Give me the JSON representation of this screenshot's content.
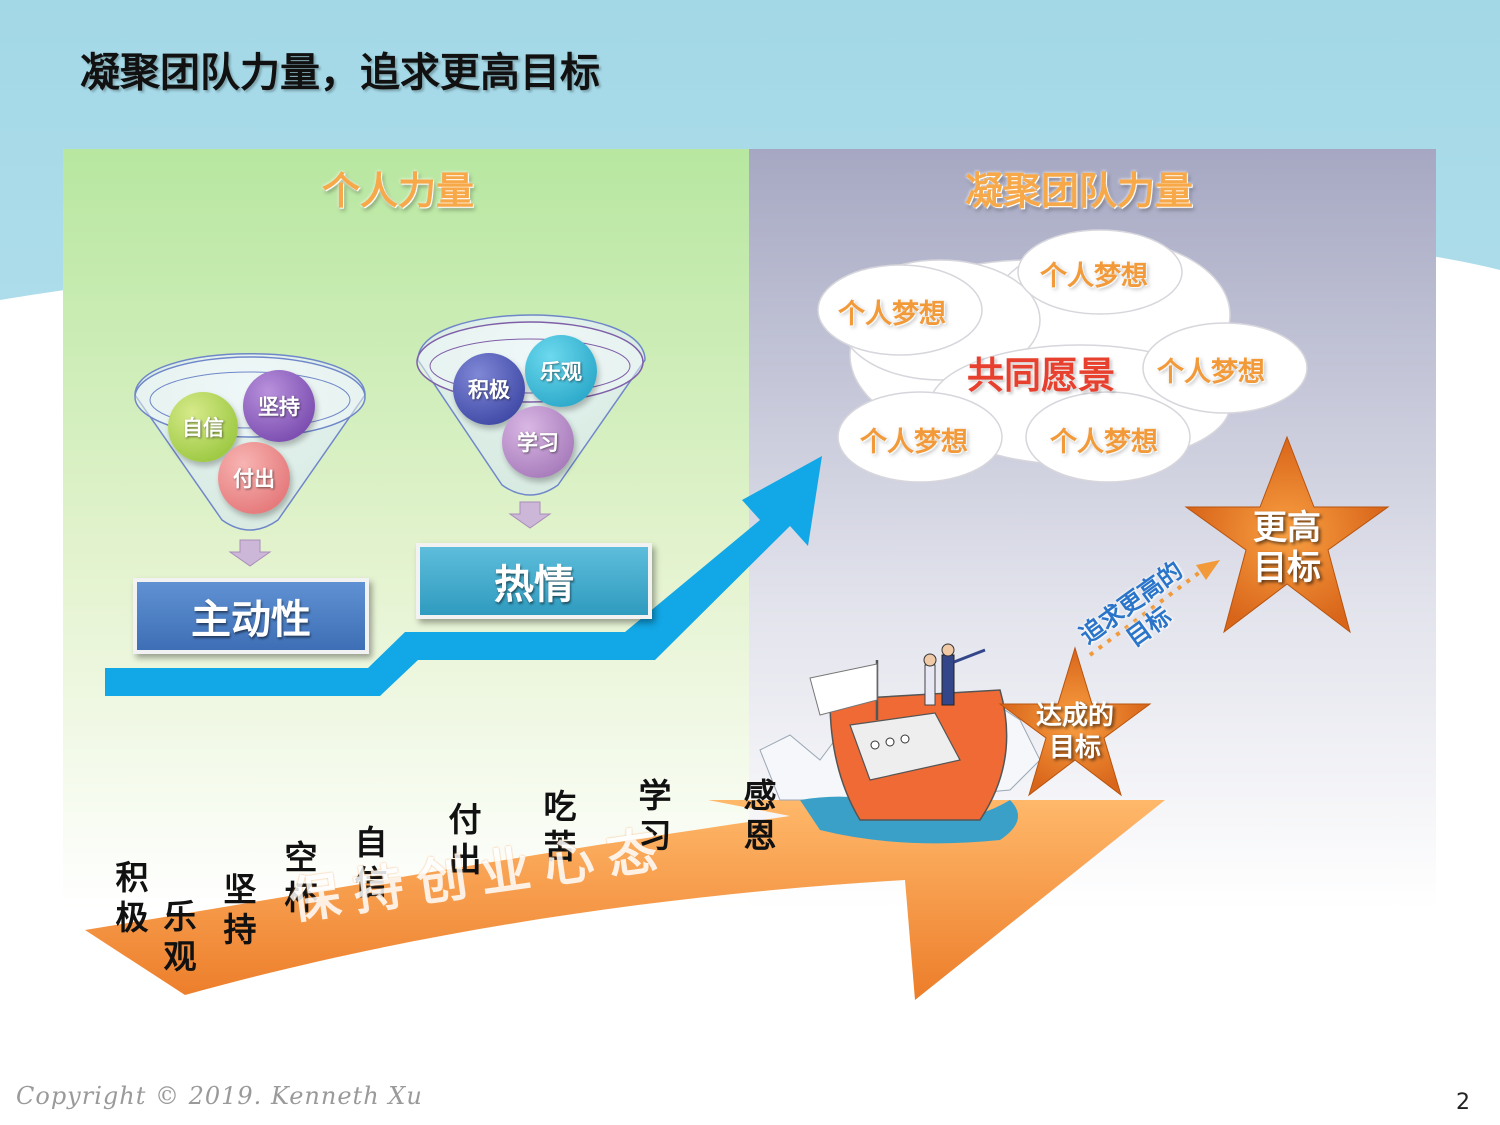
{
  "slide": {
    "title": "凝聚团队力量，追求更高目标",
    "copyright": "Copyright © 2019. Kenneth Xu",
    "page_number": "2"
  },
  "left_panel": {
    "heading": "个人力量",
    "funnel1": {
      "balls": [
        "自信",
        "坚持",
        "付出"
      ],
      "result": "主动性"
    },
    "funnel2": {
      "balls": [
        "积极",
        "乐观",
        "学习"
      ],
      "result": "热情"
    }
  },
  "right_panel": {
    "heading": "凝聚团队力量",
    "cloud_center": "共同愿景",
    "dreams": [
      "个人梦想",
      "个人梦想",
      "个人梦想",
      "个人梦想",
      "个人梦想"
    ],
    "big_star": "更高目标",
    "small_star": "达成的目标",
    "pursue_text": "追求更高的目标"
  },
  "mindset": {
    "arrow_text": "保持创业心态",
    "words": [
      "积极",
      "乐观",
      "坚持",
      "空杯",
      "自信",
      "付出",
      "吃苦",
      "学习",
      "感恩"
    ]
  },
  "colors": {
    "sky": "#a8dbe8",
    "left_panel_top": "#bde9a6",
    "right_panel_top": "#a9abc5",
    "blue_arrow": "#12a7e6",
    "orange": "#f59a43",
    "active_box": "#4a7dc3",
    "passion_box": "#3fa7c8"
  }
}
